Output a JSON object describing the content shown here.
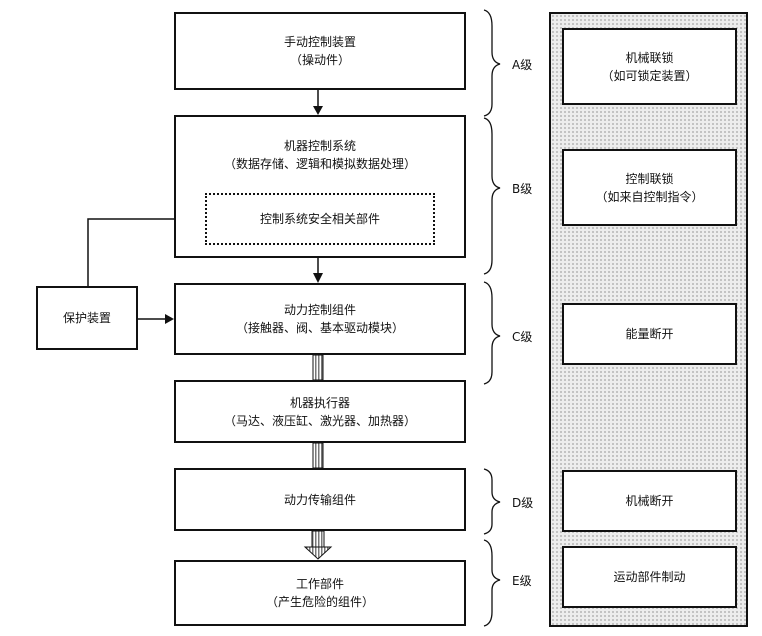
{
  "flow": {
    "manual_control": {
      "title": "手动控制装置",
      "sub": "（操动件）"
    },
    "machine_control": {
      "title": "机器控制系统",
      "sub": "（数据存储、逻辑和模拟数据处理）"
    },
    "safety_parts": {
      "title": "控制系统安全相关部件"
    },
    "protective_device": {
      "title": "保护装置"
    },
    "power_control": {
      "title": "动力控制组件",
      "sub": "（接触器、阀、基本驱动模块）"
    },
    "actuators": {
      "title": "机器执行器",
      "sub": "（马达、液压缸、激光器、加热器）"
    },
    "transmission": {
      "title": "动力传输组件"
    },
    "working_parts": {
      "title": "工作部件",
      "sub": "（产生危险的组件）"
    }
  },
  "levels": {
    "a": "A级",
    "b": "B级",
    "c": "C级",
    "d": "D级",
    "e": "E级"
  },
  "interlocks": {
    "mechanical": {
      "title": "机械联锁",
      "sub": "（如可锁定装置）"
    },
    "control": {
      "title": "控制联锁",
      "sub": "（如来自控制指令）"
    },
    "energy": {
      "title": "能量断开"
    },
    "mechanical_disconnect": {
      "title": "机械断开"
    },
    "motion_brake": {
      "title": "运动部件制动"
    }
  }
}
